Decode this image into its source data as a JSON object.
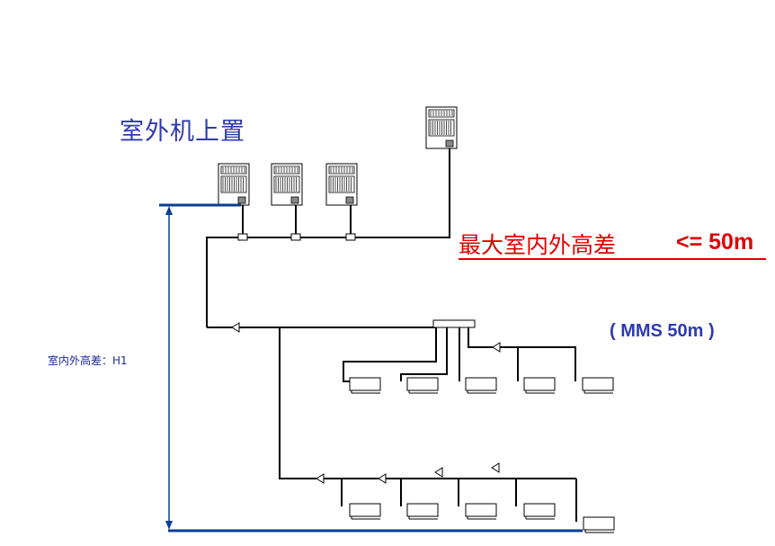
{
  "title": "室外机上置",
  "max_height_label": "最大室内外高差",
  "max_height_value": "<= 50m",
  "model_note": "( MMS 50m )",
  "height_diff_label": "室内外高差：H1",
  "colors": {
    "title": "#2f3ab0",
    "warning": "#e00000",
    "dimension_line": "#0b3d91",
    "pipe": "#000000",
    "unit_fill": "#ffffff"
  },
  "icons": {
    "outdoor_unit": "outdoor-unit-icon",
    "indoor_unit": "indoor-unit-icon",
    "branch_joint": "branch-joint-icon",
    "header": "branch-header-icon"
  }
}
